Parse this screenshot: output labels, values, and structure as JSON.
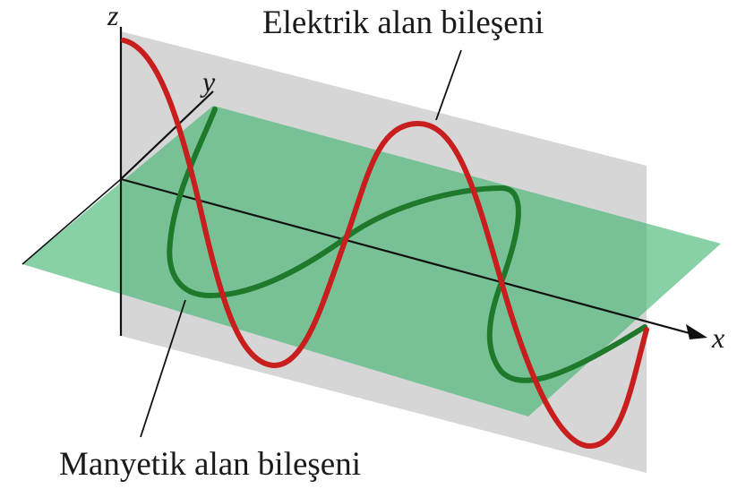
{
  "labels": {
    "electric_component": "Elektrik alan bileşeni",
    "magnetic_component": "Manyetik alan bileşeni",
    "axis_x": "x",
    "axis_y": "y",
    "axis_z": "z"
  },
  "colors": {
    "electric_wave": "#c81e1e",
    "magnetic_wave": "#1e7a2a",
    "vertical_plane": "#c8c8c8",
    "horizontal_plane": "#4fbf7a",
    "axis": "#111111"
  }
}
